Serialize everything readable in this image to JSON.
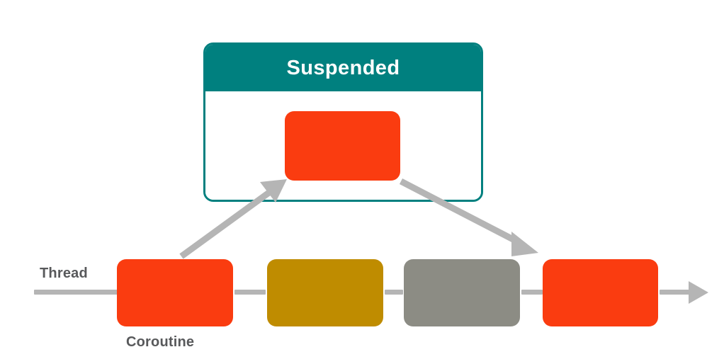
{
  "diagram": {
    "title_visible": false,
    "background": "#ffffff",
    "palette": {
      "teal": "#00807F",
      "red": "#FA3C10",
      "gold": "#BF8C00",
      "gray_box": "#8C8C84",
      "line_gray": "#B5B5B5",
      "text_gray": "#58595B",
      "white": "#ffffff"
    },
    "suspended_panel": {
      "header_label": "Suspended",
      "inner_block_color": "#FA3C10",
      "inner_block_label": ""
    },
    "timeline": {
      "thread_label": "Thread",
      "coroutine_label": "Coroutine",
      "blocks": [
        {
          "label": "",
          "color": "#FA3C10",
          "state": "running"
        },
        {
          "label": "",
          "color": "#BF8C00",
          "state": "other-work"
        },
        {
          "label": "",
          "color": "#8C8C84",
          "state": "other-work"
        },
        {
          "label": "",
          "color": "#FA3C10",
          "state": "resumed"
        }
      ],
      "tail_arrow_label": ""
    },
    "arrows": [
      {
        "name": "suspend-arrow",
        "from": "coroutine-block-1",
        "to": "suspended-inner-block",
        "label": ""
      },
      {
        "name": "resume-arrow",
        "from": "suspended-inner-block",
        "to": "coroutine-block-4",
        "label": ""
      },
      {
        "name": "thread-continues-arrow",
        "from": "coroutine-block-4",
        "to": "timeline-end",
        "label": ""
      }
    ]
  }
}
